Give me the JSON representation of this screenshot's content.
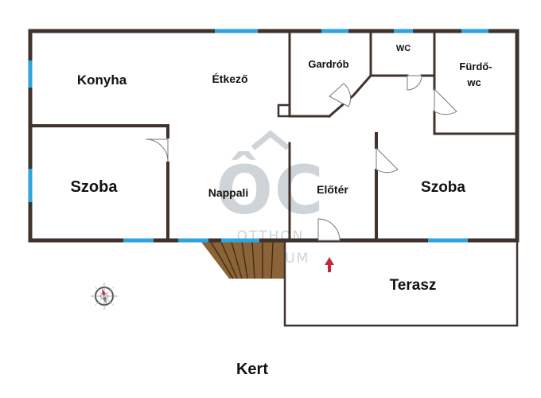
{
  "rooms": {
    "konyha": "Konyha",
    "etkezo": "Étkező",
    "gardrob": "Gardrób",
    "wc": "WC",
    "furdo_line1": "Fürdő-",
    "furdo_line2": "wc",
    "szoba_left": "Szoba",
    "nappali": "Nappali",
    "eloter": "Előtér",
    "szoba_right": "Szoba",
    "terasz": "Terasz"
  },
  "outside": {
    "kert": "Kert"
  },
  "watermark": {
    "logo": "ÔC",
    "line1": "OTTHON",
    "line2": "CENTRUM"
  },
  "colors": {
    "wall": "#3f332d",
    "window": "#2fa3de",
    "stairs": "#8a6336",
    "entrance_arrow": "#c0283b",
    "watermark": "#cfd4d8"
  }
}
